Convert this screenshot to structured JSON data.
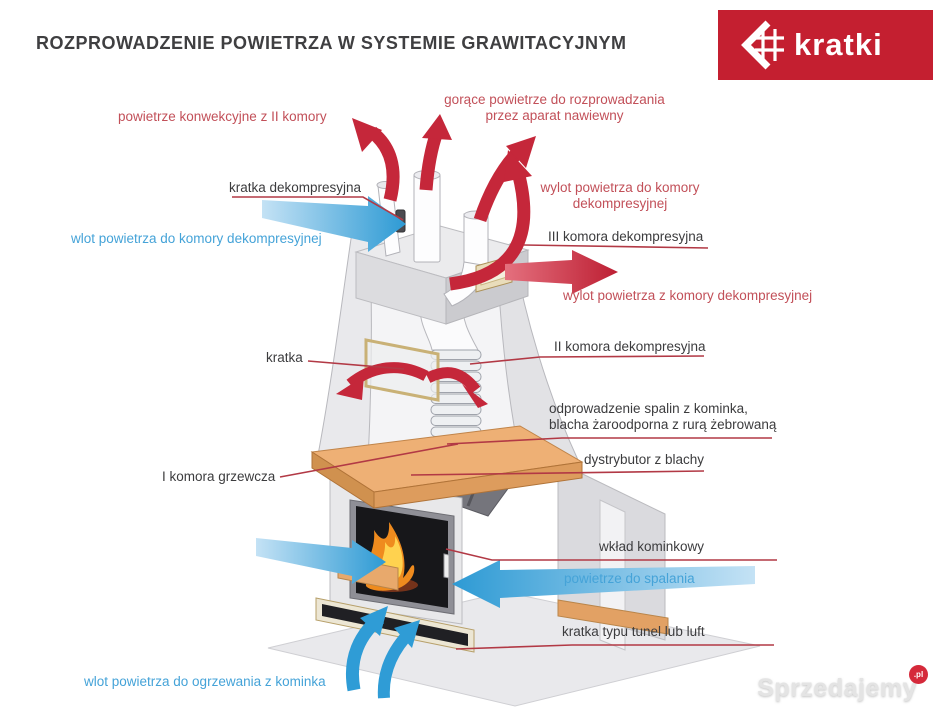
{
  "header": {
    "title": "ROZPROWADZENIE POWIETRZA W SYSTEMIE GRAWITACYJNYM",
    "logo_text": "kratki"
  },
  "labels": {
    "convection": "powietrze konwekcyjne z II komory",
    "hot_air": [
      "gorące powietrze do rozprowadzania",
      "przez aparat nawiewny"
    ],
    "kratka_dekompresyjna": "kratka dekompresyjna",
    "wlot_dekompresyjna": "wlot powietrza do komory dekompresyjnej",
    "wylot_do": [
      "wylot powietrza do komory",
      "dekompresyjnej"
    ],
    "iii_komora": "III komora dekompresyjna",
    "wylot_z": "wylot powietrza z komory dekompresyjnej",
    "kratka": "kratka",
    "ii_komora": "II komora dekompresyjna",
    "odprowadzenie": [
      "odprowadzenie spalin z kominka,",
      "blacha żaroodporna z rurą żebrowaną"
    ],
    "i_komora": "I komora grzewcza",
    "dystrybutor": "dystrybutor z blachy",
    "wklad": "wkład kominkowy",
    "spalanie": "powietrze do spalania",
    "kratka_tunel": "kratka typu tunel lub luft",
    "wlot_ogrzewanie": "wlot powietrza do ogrzewania z kominka"
  },
  "colors": {
    "arrow_red": "#c5273a",
    "arrow_blue": "#2f9cd6",
    "label_red": "#c25059",
    "label_blue": "#45a3d8",
    "label_dark": "#3c3c3e",
    "leader_red": "#b23945",
    "logo_red": "#c41f30",
    "wood_orange": "#eeb075"
  },
  "watermark": {
    "text": "Sprzedajemy",
    "suffix": ".pl"
  }
}
